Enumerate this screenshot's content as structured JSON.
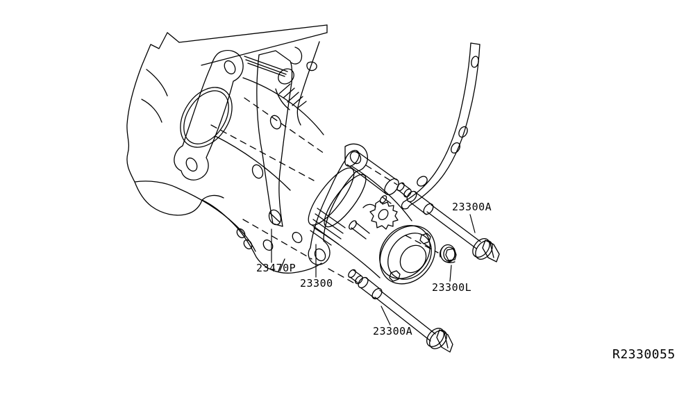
{
  "page": {
    "background": "#ffffff",
    "line_color": "#000000"
  },
  "labels": {
    "bolt_upper": "23300A",
    "gusset": "23470P",
    "starter": "23300",
    "nut": "23300L",
    "bolt_lower": "23300A"
  },
  "ref_code": "R2330055"
}
